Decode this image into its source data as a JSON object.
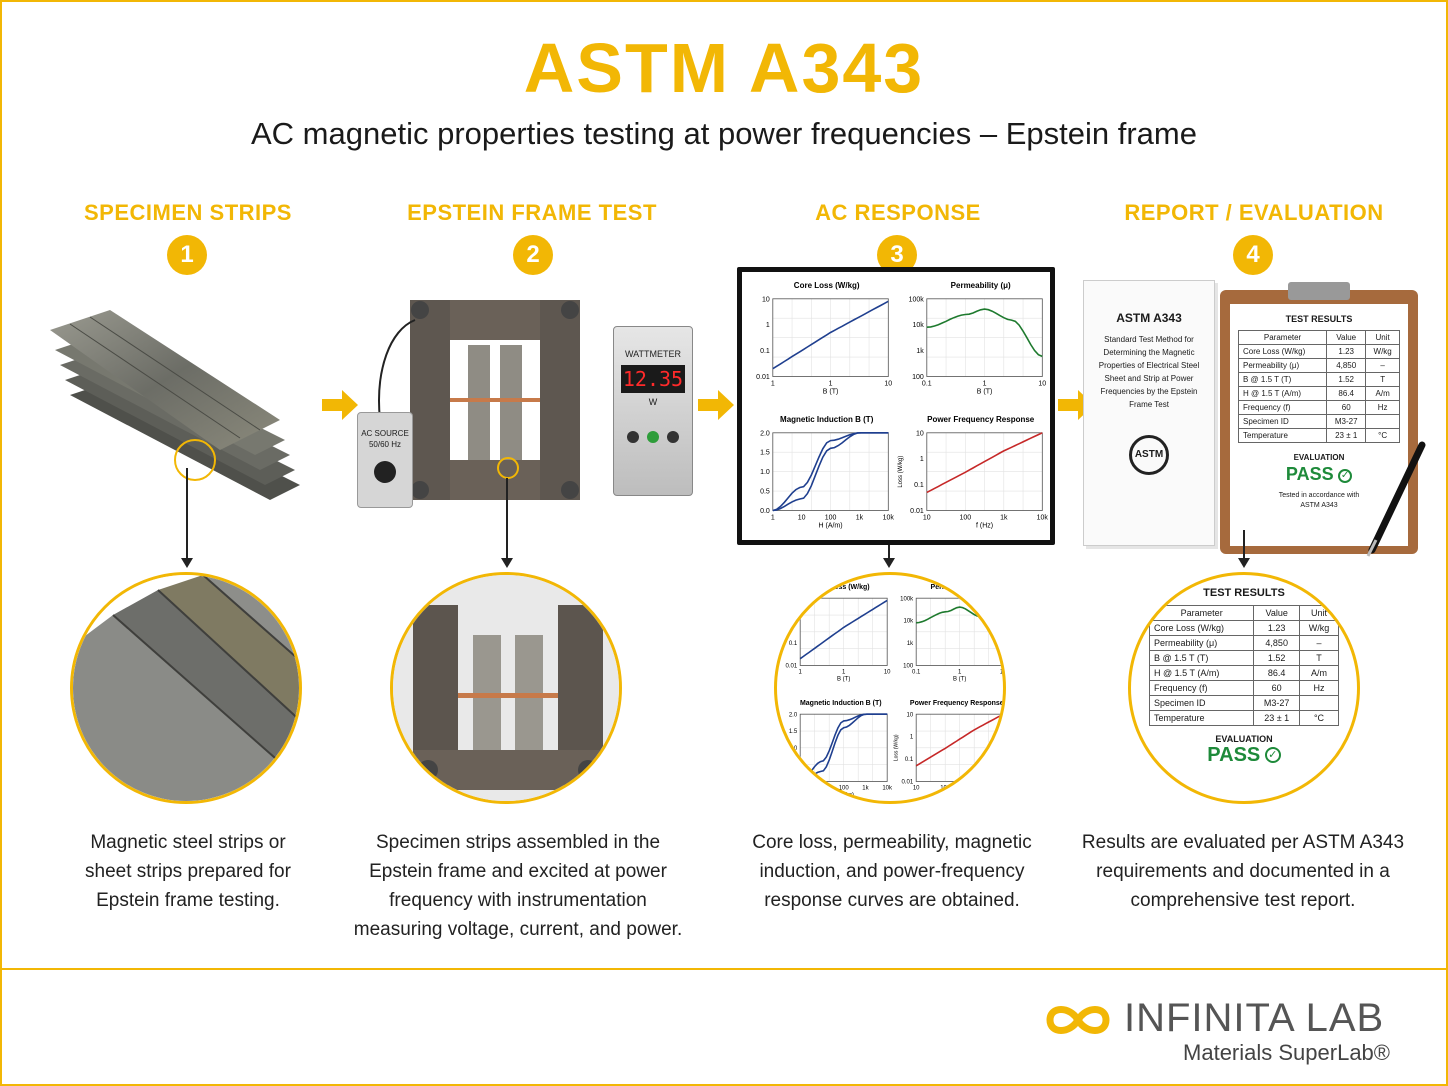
{
  "header": {
    "title": "ASTM A343",
    "subtitle": "AC magnetic properties testing at power frequencies – Epstein frame"
  },
  "steps": [
    {
      "number": "1",
      "title": "SPECIMEN STRIPS",
      "caption_lines": [
        "Magnetic steel strips or",
        "sheet strips prepared for",
        "Epstein frame testing."
      ]
    },
    {
      "number": "2",
      "title": "EPSTEIN FRAME TEST",
      "caption_lines": [
        "Specimen strips assembled in the",
        "Epstein frame and excited at power",
        "frequency with instrumentation",
        "measuring voltage, current, and power."
      ]
    },
    {
      "number": "3",
      "title": "AC RESPONSE",
      "caption_lines": [
        "Core loss, permeability, magnetic",
        "induction, and power-frequency",
        "response curves are obtained."
      ]
    },
    {
      "number": "4",
      "title": "REPORT / EVALUATION",
      "caption_lines": [
        "Results are evaluated per ASTM A343",
        "requirements and documented in a",
        "comprehensive test report."
      ]
    }
  ],
  "equipment": {
    "ac_source_label": "AC SOURCE",
    "ac_source_freq": "50/60 Hz",
    "wattmeter_label": "WATTMETER",
    "wattmeter_reading": "12.35",
    "wattmeter_unit": "W"
  },
  "charts": {
    "core_loss": {
      "title": "Core Loss (W/kg)",
      "xlabel": "B (T)",
      "x_ticks": [
        "1",
        "1",
        "10"
      ],
      "y_ticks": [
        "10",
        "1",
        "0.1",
        "0.01"
      ]
    },
    "permeability": {
      "title": "Permeability (μ)",
      "xlabel": "B (T)",
      "x_ticks": [
        "0.1",
        "1",
        "10"
      ],
      "y_ticks": [
        "100k",
        "10k",
        "1k",
        "100"
      ]
    },
    "induction": {
      "title": "Magnetic Induction B (T)",
      "xlabel": "H (A/m)",
      "x_ticks": [
        "1",
        "10",
        "100",
        "1k",
        "10k"
      ],
      "y_ticks": [
        "2.0",
        "1.5",
        "1.0",
        "0.5",
        "0.0"
      ]
    },
    "frequency": {
      "title": "Power Frequency Response",
      "xlabel": "f (Hz)",
      "ylabel": "Loss (W/kg)",
      "x_ticks": [
        "10",
        "100",
        "1k",
        "10k"
      ],
      "y_ticks": [
        "10",
        "1",
        "0.1",
        "0.01"
      ]
    }
  },
  "chart_data": [
    {
      "type": "line",
      "title": "Core Loss (W/kg)",
      "xlabel": "B (T)",
      "x": [
        0.1,
        1,
        10
      ],
      "series": [
        {
          "values": [
            0.02,
            0.5,
            8
          ]
        }
      ]
    },
    {
      "type": "line",
      "title": "Permeability (μ)",
      "xlabel": "B (T)",
      "x": [
        0.1,
        0.5,
        1,
        3,
        10
      ],
      "series": [
        {
          "values": [
            8000,
            25000,
            40000,
            15000,
            600
          ]
        }
      ]
    },
    {
      "type": "line",
      "title": "Magnetic Induction B (T)",
      "xlabel": "H (A/m)",
      "x": [
        1,
        10,
        100,
        1000,
        10000
      ],
      "series": [
        {
          "values": [
            0.0,
            0.6,
            1.8,
            2.0,
            2.0
          ]
        },
        {
          "values": [
            0.0,
            0.3,
            1.6,
            2.0,
            2.0
          ]
        }
      ]
    },
    {
      "type": "line",
      "title": "Power Frequency Response",
      "xlabel": "f (Hz)",
      "ylabel": "Loss (W/kg)",
      "x": [
        10,
        100,
        1000,
        10000
      ],
      "series": [
        {
          "values": [
            0.05,
            0.3,
            2,
            10
          ]
        }
      ]
    }
  ],
  "report": {
    "doc_title": "ASTM A343",
    "doc_lines": [
      "Standard Test Method for",
      "Determining the Magnetic",
      "Properties of Electrical Steel",
      "Sheet and Strip at Power",
      "Frequencies by the Epstein",
      "Frame Test"
    ],
    "doc_logo": "ASTM",
    "table_title": "TEST RESULTS",
    "table_headers": [
      "Parameter",
      "Value",
      "Unit"
    ],
    "table_rows": [
      [
        "Core Loss (W/kg)",
        "1.23",
        "W/kg"
      ],
      [
        "Permeability (μ)",
        "4,850",
        "–"
      ],
      [
        "B @ 1.5 T (T)",
        "1.52",
        "T"
      ],
      [
        "H @ 1.5 T (A/m)",
        "86.4",
        "A/m"
      ],
      [
        "Frequency (f)",
        "60",
        "Hz"
      ],
      [
        "Specimen ID",
        "M3-27",
        ""
      ],
      [
        "Temperature",
        "23 ± 1",
        "°C"
      ]
    ],
    "evaluation_label": "EVALUATION",
    "evaluation_result": "PASS",
    "footnote_lines": [
      "Tested in accordance with",
      "ASTM A343"
    ]
  },
  "brand": {
    "name": "INFINITA LAB",
    "tagline": "Materials SuperLab®"
  },
  "colors": {
    "accent": "#f2b705",
    "pass": "#1e8a3a",
    "line_blue": "#1f3f8f",
    "line_green": "#1e7a2e",
    "line_red": "#c62828"
  }
}
